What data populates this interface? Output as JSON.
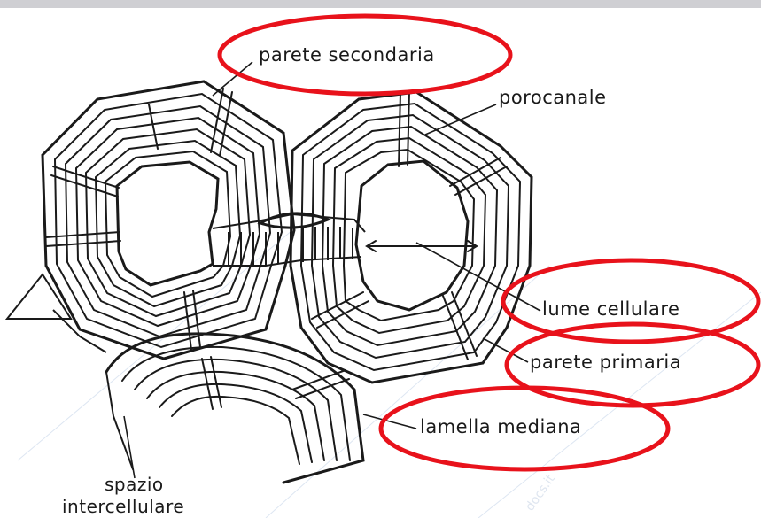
{
  "labels": {
    "parete_secondaria": "parete secondaria",
    "porocanale": "porocanale",
    "lume_cellulare": "lume cellulare",
    "parete_primaria": "parete primaria",
    "lamella_mediana": "lamella mediana",
    "spazio": "spazio",
    "intercellulare": "intercellulare"
  },
  "watermark": "docs.it",
  "colors": {
    "ink": "#1a1a1a",
    "highlight": "#e8121b",
    "top_bar": "#cfcfd3"
  }
}
